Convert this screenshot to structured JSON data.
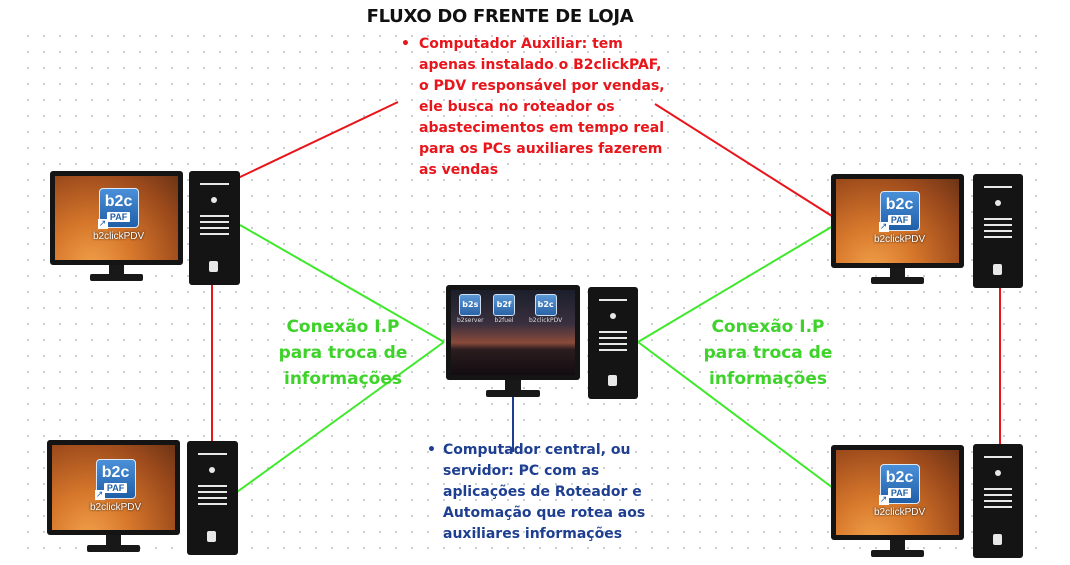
{
  "title": "FLUXO DO FRENTE DE LOJA",
  "notes": {
    "auxiliary": {
      "lines": [
        "Computador Auxiliar: tem",
        "apenas instalado o B2clickPAF,",
        "o PDV responsável por vendas,",
        "ele busca no roteador os",
        "abastecimentos em tempo real",
        "para os PCs auxiliares fazerem",
        "as vendas"
      ],
      "color": "#e8151b"
    },
    "central": {
      "lines": [
        "Computador central, ou",
        "servidor: PC com as",
        "aplicações de Roteador e",
        "Automação que rotea aos",
        "auxiliares informações"
      ],
      "color": "#1e3f91"
    }
  },
  "connection_label": {
    "left": [
      "Conexão I.P",
      "para troca de",
      "informações"
    ],
    "right": [
      "Conexão I.P",
      "para troca de",
      "informações"
    ],
    "color": "#3ed32a"
  },
  "app": {
    "logo_text": "b2c",
    "logo_badge": "PAF",
    "name": "b2clickPDV"
  },
  "server_icons": [
    {
      "name": "b2server",
      "glyph": "b2s"
    },
    {
      "name": "b2fuel",
      "glyph": "b2f"
    },
    {
      "name": "b2clickPDV",
      "glyph": "b2c"
    }
  ],
  "line_colors": {
    "red": "#e8151b",
    "green": "#3ee82a",
    "blue": "#1e3f91"
  }
}
